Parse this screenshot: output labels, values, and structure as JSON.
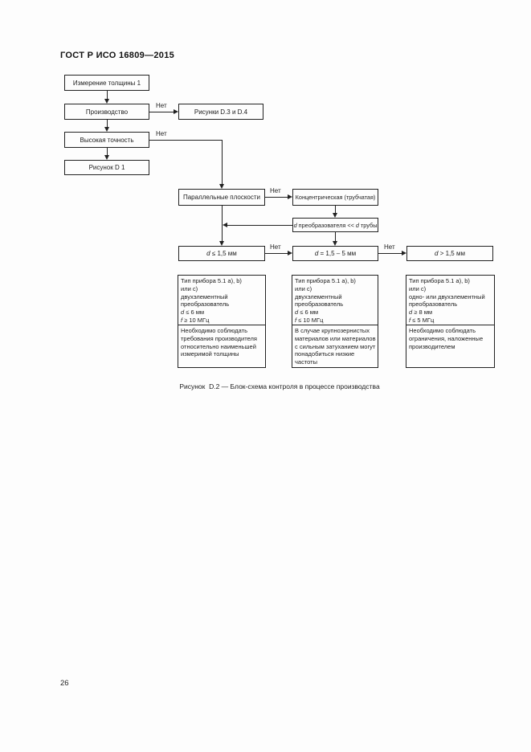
{
  "page": {
    "header": "ГОСТ Р ИСО 16809—2015",
    "caption": "Рисунок  D.2 — Блок-схема контроля в процессе производства",
    "page_number": "26"
  },
  "flowchart": {
    "no_label": "Нет",
    "boxes": {
      "measure": "Измерение толщины 1",
      "production": "Производство",
      "figures_d3_d4": "Рисунки D.3 и D.4",
      "high_accuracy": "Высокая точность",
      "figure_d1": "Рисунок D 1",
      "parallel_planes": "Параллельные плоскости",
      "concentric": "Концентрическая (трубчатая)",
      "transducer": [
        {
          "t": "d",
          "i": true
        },
        {
          "t": " преобразователя << "
        },
        {
          "t": "d",
          "i": true
        },
        {
          "t": " трубы"
        }
      ],
      "d_small": [
        {
          "t": "d",
          "i": true
        },
        {
          "t": " ≤ 1,5 мм"
        }
      ],
      "d_mid": [
        {
          "t": "d",
          "i": true
        },
        {
          "t": " = 1,5 – 5 мм"
        }
      ],
      "d_large": [
        {
          "t": "d",
          "i": true
        },
        {
          "t": " > 1,5 мм"
        }
      ]
    },
    "specs": [
      {
        "lines": [
          [
            {
              "t": "Тип прибора 5.1 a), b)"
            }
          ],
          [
            {
              "t": "или c)"
            }
          ],
          [
            {
              "t": "двухэлементный"
            }
          ],
          [
            {
              "t": "преобразователь"
            }
          ],
          [
            {
              "t": "d",
              "i": true
            },
            {
              "t": " ≤ 6 мм"
            }
          ],
          [
            {
              "t": "f",
              "i": true
            },
            {
              "t": " ≥ 10 МГц"
            }
          ]
        ],
        "note": "Необходимо соблюдать требования производителя относительно наименьшей измеримой толщины"
      },
      {
        "lines": [
          [
            {
              "t": "Тип прибора 5.1 a), b)"
            }
          ],
          [
            {
              "t": "или c)"
            }
          ],
          [
            {
              "t": "двухэлементный"
            }
          ],
          [
            {
              "t": "преобразователь"
            }
          ],
          [
            {
              "t": "d",
              "i": true
            },
            {
              "t": " ≤ 6 мм"
            }
          ],
          [
            {
              "t": "f",
              "i": true
            },
            {
              "t": " ≤ 10 МГц"
            }
          ]
        ],
        "note": "В случае крупнозернистых материалов или материалов с сильным затуханием могут понадобиться низкие частоты"
      },
      {
        "lines": [
          [
            {
              "t": "Тип прибора 5.1 a), b)"
            }
          ],
          [
            {
              "t": "или c)"
            }
          ],
          [
            {
              "t": "одно- или двухэлементный"
            }
          ],
          [
            {
              "t": "преобразователь"
            }
          ],
          [
            {
              "t": "d",
              "i": true
            },
            {
              "t": " ≥ 8 мм"
            }
          ],
          [
            {
              "t": "f",
              "i": true
            },
            {
              "t": " ≤ 5 МГц"
            }
          ]
        ],
        "note": "Необходимо соблюдать ограничения, наложенные производителем"
      }
    ]
  }
}
